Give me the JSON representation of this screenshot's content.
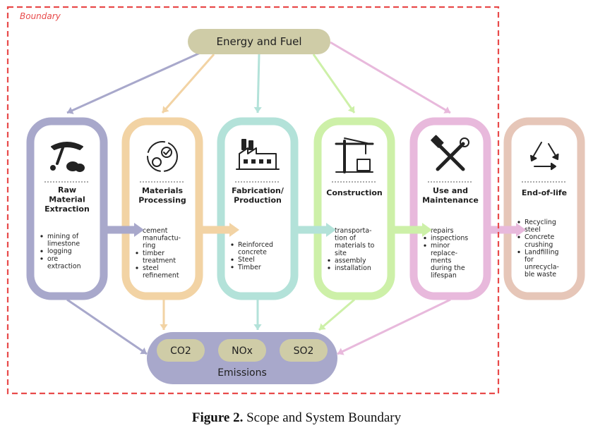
{
  "boundary_label": "Boundary",
  "energy": {
    "label": "Energy and Fuel",
    "fill": "#cfcca7"
  },
  "stages": [
    {
      "key": "raw",
      "title_lines": [
        "Raw",
        "Material",
        "Extraction"
      ],
      "color": "#a8a8cb",
      "icon": "pickaxe-and-rocks-icon",
      "bullets": [
        [
          "mining of",
          "limestone"
        ],
        [
          "logging"
        ],
        [
          "ore",
          "extraction"
        ]
      ]
    },
    {
      "key": "processing",
      "title_lines": [
        "Materials",
        "Processing"
      ],
      "color": "#f2d3a4",
      "icon": "gears-icon",
      "bullets": [
        [
          "cement",
          "manufactu-",
          "ring"
        ],
        [
          "timber",
          "treatment"
        ],
        [
          "steel",
          "refinement"
        ]
      ]
    },
    {
      "key": "fabrication",
      "title_lines": [
        "Fabrication/",
        "Production"
      ],
      "color": "#b3e2d9",
      "icon": "factory-icon",
      "bullets": [
        [
          "Reinforced",
          "concrete"
        ],
        [
          "Steel"
        ],
        [
          "Timber"
        ]
      ]
    },
    {
      "key": "construction",
      "title_lines": [
        "Construction"
      ],
      "color": "#cdf0a8",
      "icon": "crane-icon",
      "bullets": [
        [
          "transporta-",
          "tion of",
          "materials to",
          "site"
        ],
        [
          "assembly"
        ],
        [
          "installation"
        ]
      ]
    },
    {
      "key": "use",
      "title_lines": [
        "Use and",
        "Maintenance"
      ],
      "color": "#e8b9dc",
      "icon": "wrench-hammer-icon",
      "bullets": [
        [
          "repairs"
        ],
        [
          "inspections"
        ],
        [
          "minor",
          "replace-",
          "ments",
          "during the",
          "lifespan"
        ]
      ]
    },
    {
      "key": "eol",
      "title_lines": [
        "End-of-life"
      ],
      "color": "#e6c6b8",
      "icon": "recycle-icon",
      "bullets": [
        [
          "Recycling",
          "steel"
        ],
        [
          "Concrete",
          "crushing"
        ],
        [
          "Landfilling",
          "for",
          "unrecycla-",
          "ble waste"
        ]
      ]
    }
  ],
  "emissions": {
    "label": "Emissions",
    "fill": "#a8a8cb",
    "pill_fill": "#cfcca7",
    "gases": [
      "CO2",
      "NOx",
      "SO2"
    ]
  },
  "caption": {
    "figure": "Figure 2.",
    "text": " Scope and System Boundary"
  },
  "colors": {
    "boundary": "#e84a4a"
  }
}
